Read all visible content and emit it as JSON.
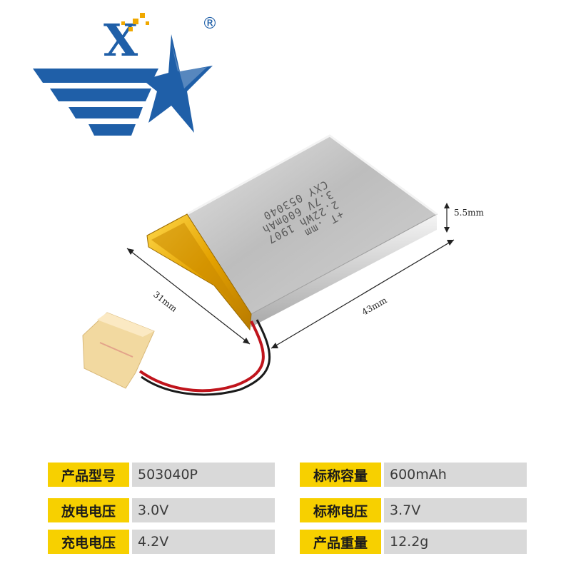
{
  "brand": {
    "logo_letter": "X",
    "registered_mark": "®",
    "colors": {
      "blue": "#1f5fa8",
      "gold": "#f0a800"
    }
  },
  "battery": {
    "label_lines": [
      "CXY 053040",
      "3.7V 600mAh",
      "2.22Wh 1907",
      "+T .mm"
    ],
    "colors": {
      "body": "#c8c8c8",
      "tape": "#f0b800",
      "connector": "#f2d9a0"
    }
  },
  "dimensions": {
    "thickness": "5.5mm",
    "width": "31mm",
    "length": "43mm"
  },
  "specs": {
    "rows": [
      {
        "left": {
          "key": "产品型号",
          "value": "503040P"
        },
        "right": {
          "key": "标称容量",
          "value": "600mAh"
        }
      },
      {
        "left": {
          "key": "放电电压",
          "value": "3.0V"
        },
        "right": {
          "key": "标称电压",
          "value": "3.7V"
        }
      },
      {
        "left": {
          "key": "充电电压",
          "value": "4.2V"
        },
        "right": {
          "key": "产品重量",
          "value": "12.2g"
        }
      }
    ]
  }
}
